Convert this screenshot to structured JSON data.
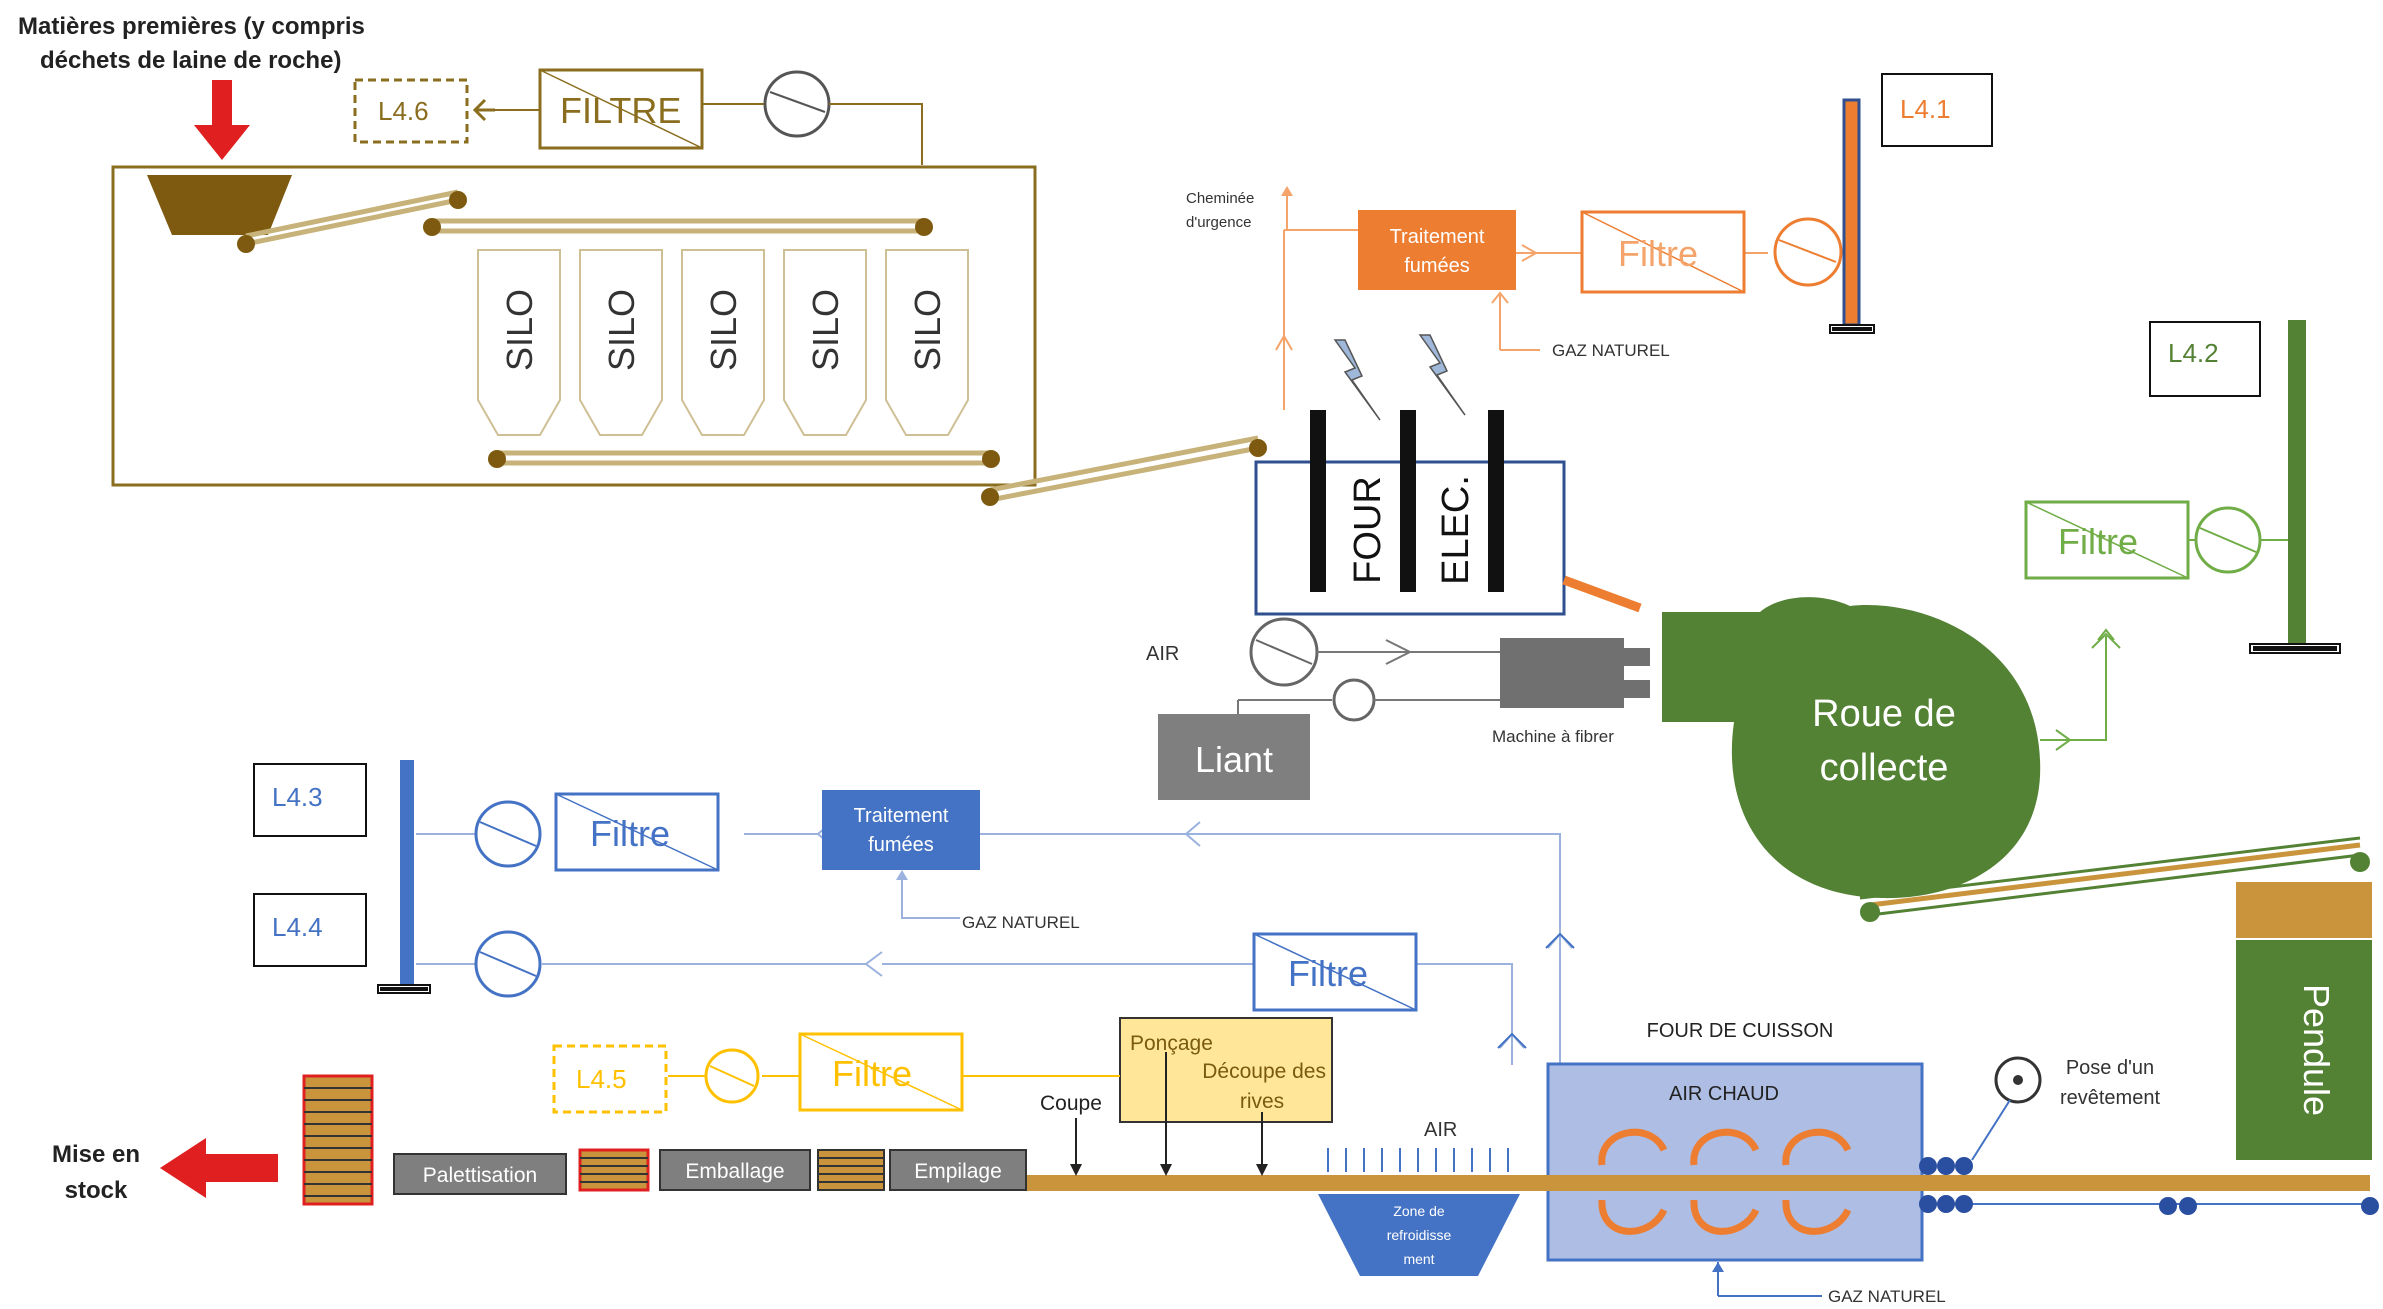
{
  "raw_materials": {
    "line1": "Matières premières (y compris",
    "line2": "déchets  de laine de roche)"
  },
  "silo_label": "SILO",
  "filter_label_caps": "FILTRE",
  "filter_label": "Filtre",
  "emission_points": {
    "l4_1": "L4.1",
    "l4_2": "L4.2",
    "l4_3": "L4.3",
    "l4_4": "L4.4",
    "l4_5": "L4.5",
    "l4_6": "L4.6"
  },
  "emergency_stack": {
    "line1": "Cheminée",
    "line2": "d'urgence"
  },
  "flue_treatment": {
    "line1": "Traitement",
    "line2": "fumées"
  },
  "natural_gas": "GAZ NATUREL",
  "furnace": {
    "word1": "FOUR",
    "word2": "ELEC."
  },
  "air_label": "AIR",
  "binder": "Liant",
  "fiberizer": "Machine à fibrer",
  "collection_wheel": {
    "line1": "Roue de",
    "line2": "collecte"
  },
  "pendulum": "Pendule",
  "curing_oven": {
    "title": "FOUR DE CUISSON",
    "hot_air": "AIR CHAUD"
  },
  "coating": {
    "line1": "Pose d'un",
    "line2": "revêtement"
  },
  "cooling_zone": {
    "line1": "Zone de",
    "line2": "refroidisse",
    "line3": "ment"
  },
  "sanding": {
    "title": "Ponçage",
    "edge1": "Découpe des",
    "edge2": "rives"
  },
  "cut": "Coupe",
  "stacking": "Empilage",
  "packing": "Emballage",
  "palletizing": "Palettisation",
  "storage": {
    "line1": "Mise en",
    "line2": "stock"
  },
  "colors": {
    "brown": "#7d5a0f",
    "orange": "#ed7d31",
    "green": "#548235",
    "blue": "#4472c4",
    "yellow": "#ffc000",
    "red": "#ff0000"
  }
}
